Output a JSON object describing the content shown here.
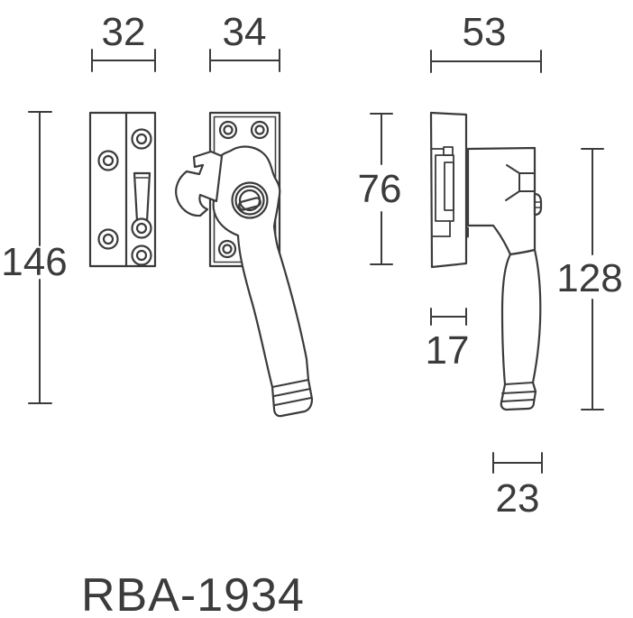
{
  "product_code": "RBA-1934",
  "colors": {
    "line": "#3b3b3b",
    "background": "#ffffff",
    "text": "#3b3b3b"
  },
  "dimensions": {
    "keep_plate_width": "32",
    "fastener_plate_width": "34",
    "side_projection": "53",
    "overall_height": "146",
    "plate_height": "76",
    "fastener_height": "128",
    "keep_plate_depth": "17",
    "knob_width": "23"
  }
}
